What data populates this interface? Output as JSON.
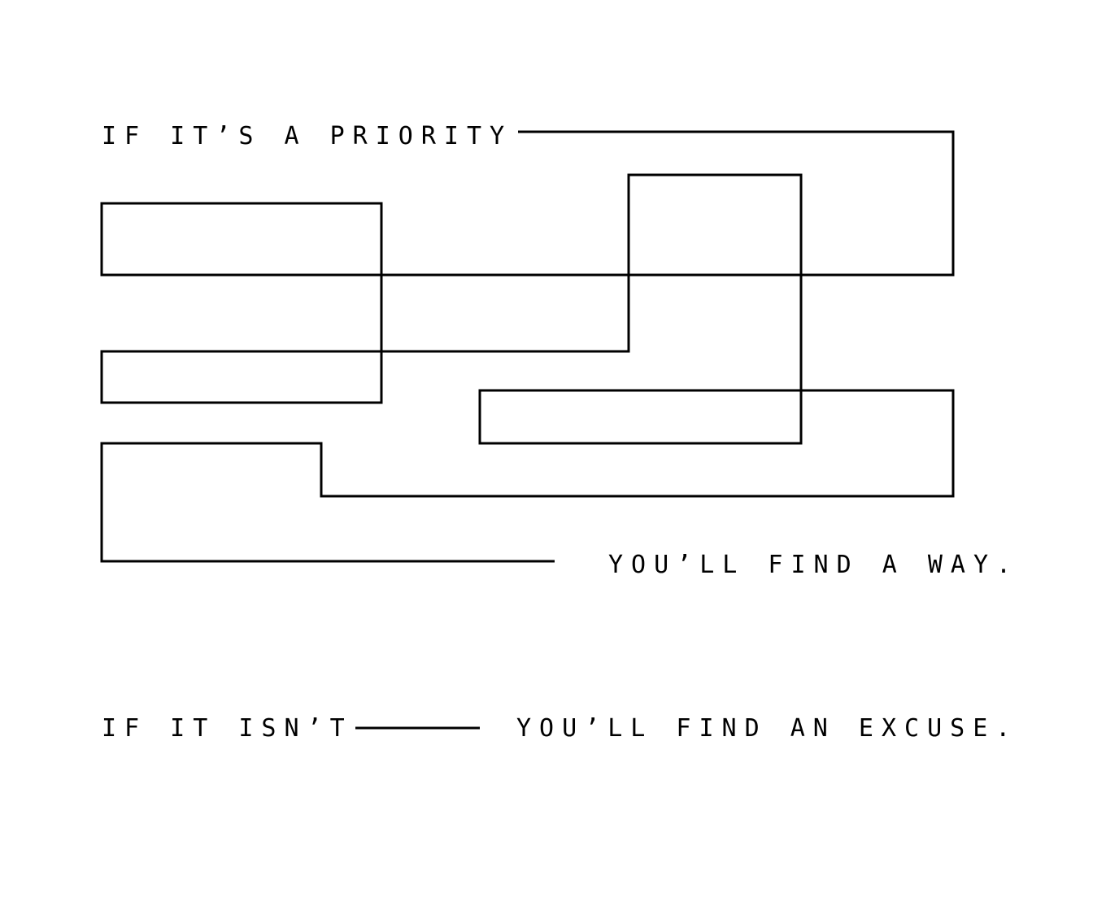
{
  "theme": {
    "background": "#ffffff",
    "ink": "#000000"
  },
  "top": {
    "lead": "IF IT’S A PRIORITY",
    "result": "YOU’LL FIND A WAY."
  },
  "bottom": {
    "lead": "IF IT ISN’T",
    "result": "YOU’LL FIND AN EXCUSE."
  }
}
